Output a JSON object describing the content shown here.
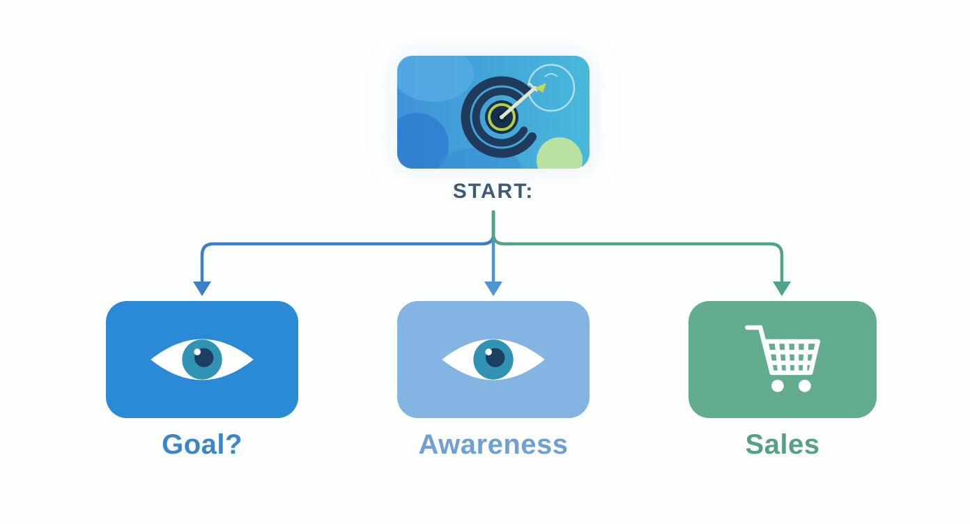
{
  "diagram": {
    "start_label": "START:",
    "top_card": {
      "icon": "target-dart-illustration"
    },
    "nodes": [
      {
        "id": "goal",
        "label": "Goal?",
        "icon": "eye-icon",
        "box_color": "#2b8ad6",
        "label_color": "#3a86c7"
      },
      {
        "id": "awareness",
        "label": "Awareness",
        "icon": "eye-icon",
        "box_color": "#84b5e2",
        "label_color": "#6fa0d2"
      },
      {
        "id": "sales",
        "label": "Sales",
        "icon": "cart-icon",
        "box_color": "#62ad90",
        "label_color": "#55a183"
      }
    ],
    "connectors": {
      "left_color": "#3b7fc4",
      "center_color": "#4b96d2",
      "right_color": "#4fa389"
    },
    "palette": {
      "start_text": "#3d5a76",
      "card_gradient_start": "#3f92d8",
      "card_gradient_end": "#48b9da",
      "target_ring": "#1f3a5a",
      "dart_accent": "#c9d94d",
      "green_blob": "#b9e2a0",
      "eye_iris": "#3093b3",
      "eye_pupil": "#1d3e63",
      "icon_white": "#ffffff"
    }
  }
}
